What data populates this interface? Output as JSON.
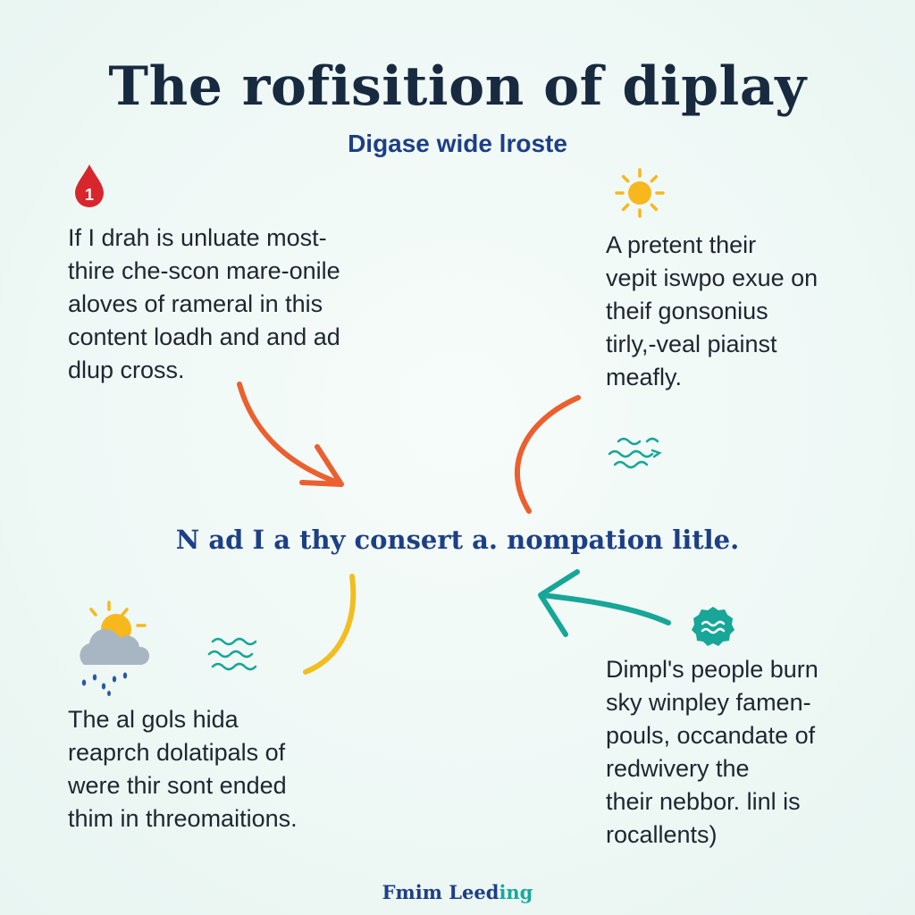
{
  "title": "The rofisition of diplay",
  "subtitle": "Digase wide lroste",
  "center_text": "N ad I a thy consert a. nompation litle.",
  "badge_number": "1",
  "blocks": {
    "top_left": {
      "lines": [
        "If I drah is unluate most-",
        "thire che-scon mare-onile",
        "aloves of rameral in this",
        "content loadh and and ad",
        "dlup cross."
      ]
    },
    "top_right": {
      "lines": [
        "A pretent their",
        "vepit iswpo exue on",
        "theif gonsonius",
        "tirly,-veal piainst",
        "meafly."
      ]
    },
    "bottom_left": {
      "lines": [
        "The al gols hida",
        "reaprch dolatipals of",
        "were thir sont ended",
        "thim in threomaitions."
      ]
    },
    "bottom_right": {
      "lines": [
        "Dimpl's people burn",
        "sky winpley famen-",
        "pouls, occandate of",
        "redwivery the",
        "their nebbor. linl is",
        "rocallents)"
      ]
    }
  },
  "footer": {
    "part1": "Fmim Leed",
    "part2": "ing"
  },
  "icons": [
    "water-drop-icon",
    "sun-icon",
    "wave-icon",
    "sun-cloud-rain-icon",
    "wave-icon",
    "water-badge-icon"
  ],
  "colors": {
    "background": "#eef8f5",
    "title": "#182a3f",
    "accent_blue": "#1d3f86",
    "arrow_orange": "#ec5f2f",
    "arrow_yellow": "#f2bd1f",
    "arrow_teal": "#17a698",
    "drop_red": "#d8262d",
    "sun_yellow": "#f7b81d"
  }
}
